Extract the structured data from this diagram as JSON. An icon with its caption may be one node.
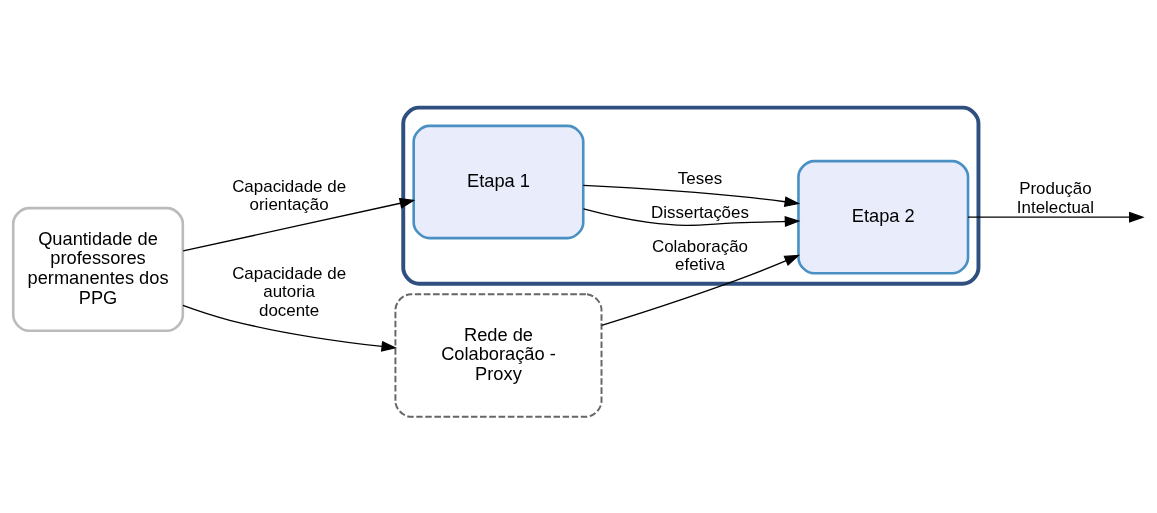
{
  "diagram": {
    "nodes": [
      {
        "text": [],
        "shape": "box"
      },
      {
        "text": [
          "Etapa 1"
        ],
        "in": 0
      },
      {
        "text": [
          "Etapa 2"
        ],
        "in": 0
      },
      {
        "text": [
          "Quantidade de professores permanentes dos PPG"
        ]
      },
      {
        "text": [
          "Rede de Colaboração - Proxy"
        ]
      }
    ],
    "edges": [
      {
        "from": 3,
        "to": 1,
        "arrow": "to",
        "label": "Capacidade de orientação"
      },
      {
        "from": 1,
        "to": 2,
        "arrow": "to",
        "label": "Dissertações"
      },
      {
        "from": 1,
        "to": 2,
        "arrow": "to",
        "label": "Teses"
      },
      {
        "from": 4,
        "to": 2,
        "arrow": "to",
        "label": "Colaboração efetiva"
      },
      {
        "from": 2,
        "to": null,
        "arrow": "to",
        "label": "Produção Intelectual"
      },
      {
        "from": 3,
        "to": 4,
        "arrow": "to",
        "label": "Capacidade de autoria docente"
      }
    ]
  }
}
